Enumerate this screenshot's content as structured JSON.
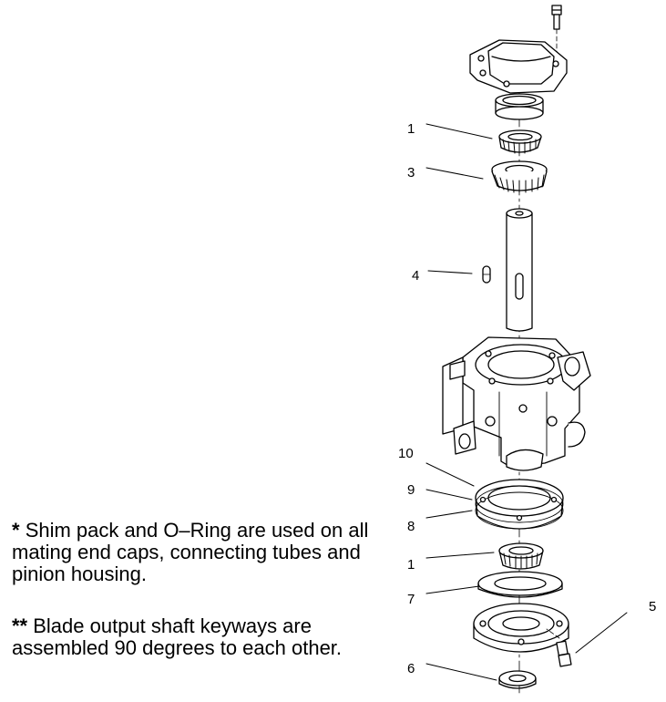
{
  "callouts": {
    "c1a": "1",
    "c3": "3",
    "c4": "4",
    "c10": "10",
    "c9": "9",
    "c8": "8",
    "c1b": "1",
    "c7": "7",
    "c5": "5",
    "c6": "6"
  },
  "notes": {
    "note1_marker": "*",
    "note1_text": "Shim pack and O–Ring are used on all mating end caps, connecting tubes and pinion housing.",
    "note2_marker": "**",
    "note2_text": "Blade output shaft keyways are assembled 90 degrees to each other."
  },
  "colors": {
    "line": "#000000",
    "background": "#ffffff"
  }
}
